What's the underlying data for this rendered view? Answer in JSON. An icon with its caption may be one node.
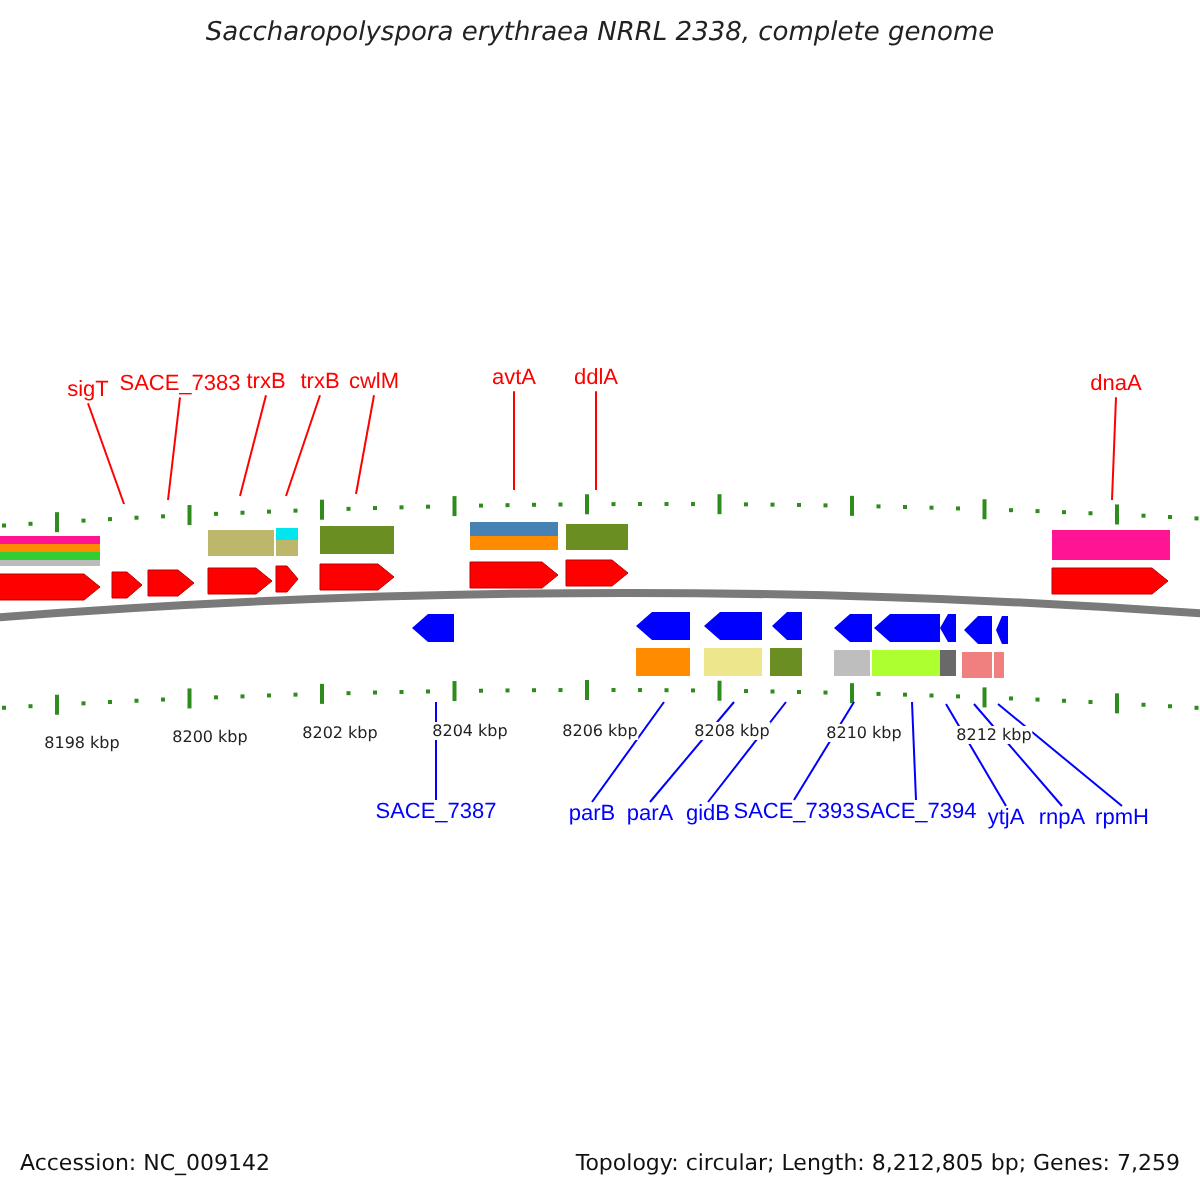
{
  "diagram": {
    "title": "Saccharopolyspora erythraea NRRL 2338, complete genome",
    "nodes": [
      {
        "text": [
          "sigT"
        ]
      },
      {
        "text": [
          "SACE_7383"
        ]
      },
      {
        "text": [
          "trxB"
        ]
      },
      {
        "text": [
          "trxB"
        ]
      },
      {
        "text": [
          "cwlM"
        ]
      },
      {
        "text": [
          "avtA"
        ]
      },
      {
        "text": [
          "ddlA"
        ]
      },
      {
        "text": [
          "dnaA"
        ]
      },
      {
        "text": [
          "SACE_7387"
        ]
      },
      {
        "text": [
          "parB"
        ]
      },
      {
        "text": [
          "parA"
        ]
      },
      {
        "text": [
          "gidB"
        ]
      },
      {
        "text": [
          "SACE_7393"
        ]
      },
      {
        "text": [
          "SACE_7394"
        ]
      },
      {
        "text": [
          "ytjA"
        ]
      },
      {
        "text": [
          "rnpA"
        ]
      },
      {
        "text": [
          "rpmH"
        ]
      }
    ],
    "edges": [
      {
        "from": 0,
        "to": null,
        "arrow": "none",
        "color": "#ff0000"
      },
      {
        "from": 1,
        "to": null,
        "arrow": "none",
        "color": "#ff0000"
      },
      {
        "from": 2,
        "to": null,
        "arrow": "none",
        "color": "#ff0000"
      },
      {
        "from": 3,
        "to": null,
        "arrow": "none",
        "color": "#ff0000"
      },
      {
        "from": 4,
        "to": null,
        "arrow": "none",
        "color": "#ff0000"
      },
      {
        "from": 5,
        "to": null,
        "arrow": "none",
        "color": "#ff0000"
      },
      {
        "from": 6,
        "to": null,
        "arrow": "none",
        "color": "#ff0000"
      },
      {
        "from": 7,
        "to": null,
        "arrow": "none",
        "color": "#ff0000"
      },
      {
        "from": 8,
        "to": null,
        "arrow": "none"
      },
      {
        "from": 9,
        "to": null,
        "arrow": "none"
      },
      {
        "from": 10,
        "to": null,
        "arrow": "none"
      },
      {
        "from": 11,
        "to": null,
        "arrow": "none"
      },
      {
        "from": 12,
        "to": null,
        "arrow": "none"
      },
      {
        "from": 13,
        "to": null,
        "arrow": "none"
      },
      {
        "from": 14,
        "to": null,
        "arrow": "none"
      },
      {
        "from": 15,
        "to": null,
        "arrow": "none"
      },
      {
        "from": 16,
        "to": null,
        "arrow": "none"
      }
    ],
    "labels": [
      "8198 kbp",
      "8200 kbp",
      "8202 kbp",
      "8204 kbp",
      "8206 kbp",
      "8208 kbp",
      "8210 kbp",
      "8212 kbp",
      "Accession: NC_009142",
      "Topology: circular; Length: 8,212,805 bp; Genes: 7,259"
    ]
  }
}
